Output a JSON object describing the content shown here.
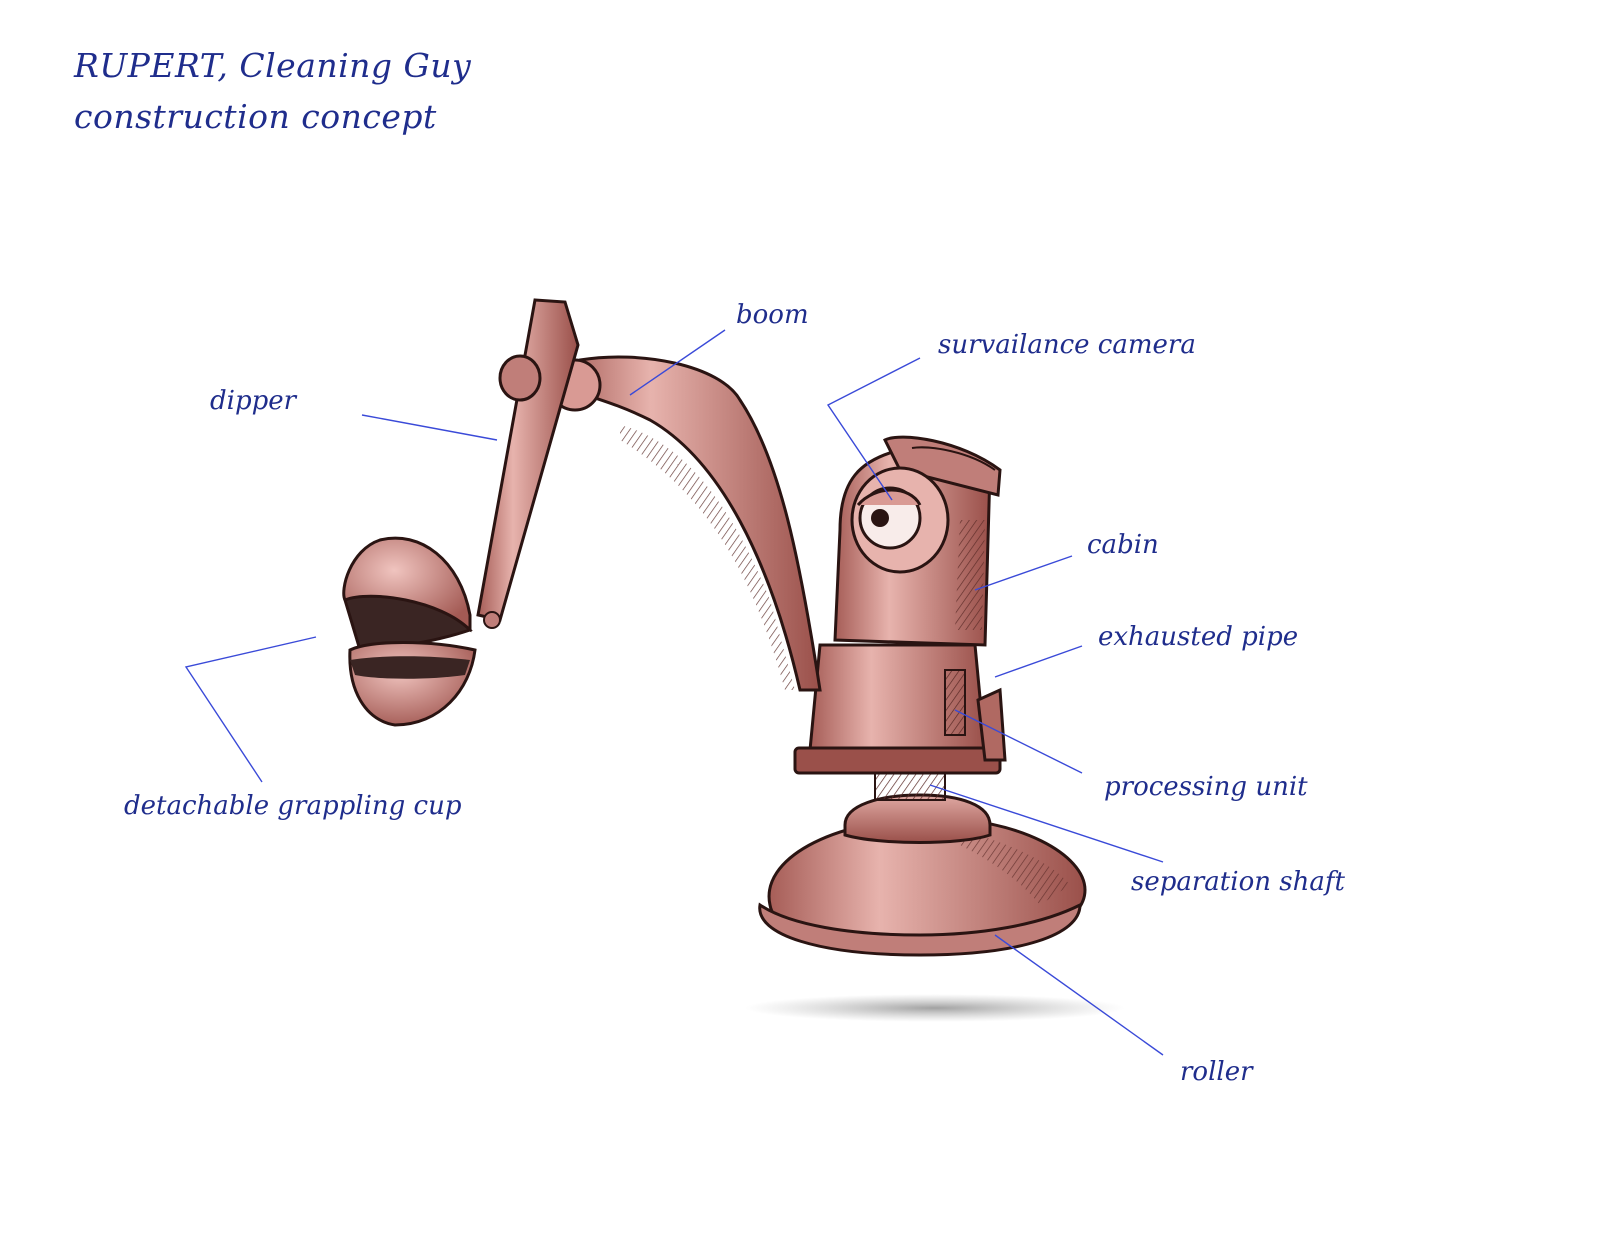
{
  "title": {
    "line1": "RUPERT, Cleaning Guy",
    "line2": "construction concept"
  },
  "labels": {
    "boom": "boom",
    "surveillance_camera": "survailance camera",
    "dipper": "dipper",
    "cabin": "cabin",
    "exhaust_pipe": "exhausted pipe",
    "grappling_cup": "detachable grappling cup",
    "processing_unit": "processing unit",
    "separation_shaft": "separation shaft",
    "roller": "roller"
  },
  "colors": {
    "ink": "#1f2d8c",
    "leader_line": "#3a4ad8",
    "body": "#c98b86",
    "body_dark": "#8e4a45",
    "outline": "#2a1412"
  }
}
